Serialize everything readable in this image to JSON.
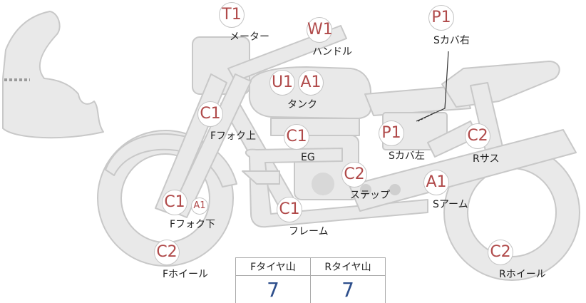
{
  "parts": [
    {
      "id": "meter",
      "code": "T1",
      "label": "メーター"
    },
    {
      "id": "handle",
      "code": "W1",
      "label": "ハンドル"
    },
    {
      "id": "s-cover-right",
      "code": "P1",
      "label": "Sカバ右"
    },
    {
      "id": "tank",
      "codes": [
        "U1",
        "A1"
      ],
      "label": "タンク"
    },
    {
      "id": "fork-upper",
      "code": "C1",
      "label": "Fフォク上"
    },
    {
      "id": "engine",
      "code": "C1",
      "label": "EG"
    },
    {
      "id": "s-cover-left",
      "code": "P1",
      "label": "Sカバ左"
    },
    {
      "id": "r-suspension",
      "code": "C2",
      "label": "Rサス"
    },
    {
      "id": "step",
      "code": "C2",
      "label": "ステップ"
    },
    {
      "id": "swingarm",
      "code": "A1",
      "label": "Sアーム"
    },
    {
      "id": "fork-lower",
      "codes": [
        "C1",
        "A1"
      ],
      "label": "Fフォク下"
    },
    {
      "id": "frame",
      "code": "C1",
      "label": "フレーム"
    },
    {
      "id": "front-wheel",
      "code": "C2",
      "label": "Fホイール"
    },
    {
      "id": "rear-wheel",
      "code": "C2",
      "label": "Rホイール"
    }
  ],
  "tread_table": {
    "front_header": "Fタイヤ山",
    "rear_header": "Rタイヤ山",
    "front_value": "7",
    "rear_value": "7"
  },
  "colors": {
    "body_fill": "#e9e9e9",
    "outline": "#c4c4c4",
    "code_text": "#b04a4a",
    "value_text": "#2e4f8c"
  }
}
